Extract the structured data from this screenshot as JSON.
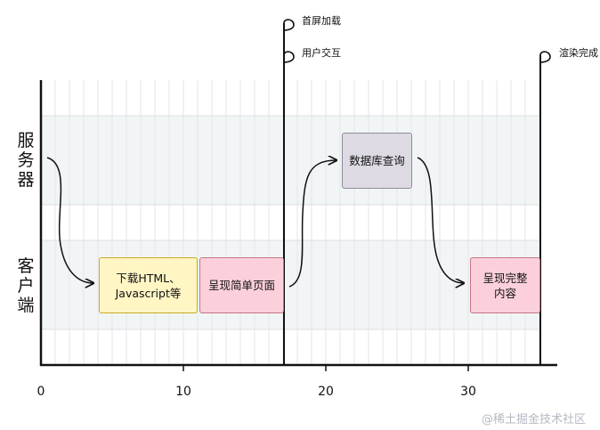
{
  "lanes": {
    "server": "服务器",
    "client": "客户端"
  },
  "boxes": {
    "download": "下载HTML、\nJavascript等",
    "simple_page": "呈现简单页面",
    "db_query": "数据库查询",
    "full_content": "呈现完整\n内容"
  },
  "axis": {
    "ticks": [
      "0",
      "10",
      "20",
      "30"
    ]
  },
  "milestones": {
    "first_load": "首屏加载",
    "interactive": "用户交互",
    "render_done": "渲染完成"
  },
  "watermark": "@稀土掘金技术社区",
  "colors": {
    "download_fill": "#fff6c4",
    "download_border": "#c9aa24",
    "render_fill": "#fbd0db",
    "render_border": "#c47385",
    "db_fill": "#dddae3",
    "db_border": "#8e8a99",
    "lane_band": "#f2f5f6"
  }
}
